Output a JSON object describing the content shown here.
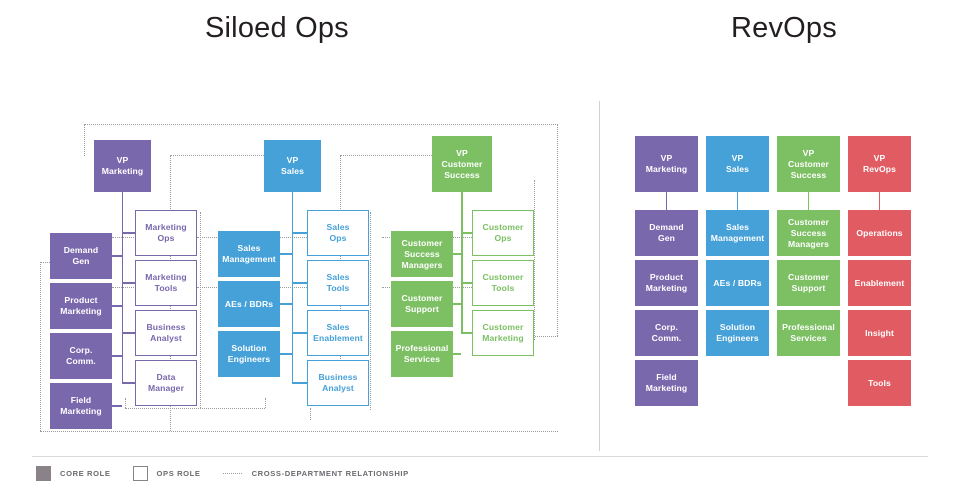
{
  "titles": {
    "left": "Siloed Ops",
    "right": "RevOps"
  },
  "colors": {
    "marketing": "#7a68ad",
    "sales": "#45a1d8",
    "customer_success": "#7cc063",
    "revops": "#e15b62",
    "legend_swatch": "#8a8289",
    "dotted_line": "#9b9b9b",
    "divider": "#d2d2d4"
  },
  "siloed": {
    "departments": [
      {
        "key": "marketing",
        "vp": "VP\nMarketing",
        "vp_lines": [
          "VP",
          "Marketing"
        ],
        "core_roles": [
          {
            "lines": [
              "Demand",
              "Gen"
            ]
          },
          {
            "lines": [
              "Product",
              "Marketing"
            ]
          },
          {
            "lines": [
              "Corp.",
              "Comm."
            ]
          },
          {
            "lines": [
              "Field",
              "Marketing"
            ]
          }
        ],
        "ops_roles": [
          {
            "lines": [
              "Marketing",
              "Ops"
            ]
          },
          {
            "lines": [
              "Marketing",
              "Tools"
            ]
          },
          {
            "lines": [
              "Business",
              "Analyst"
            ]
          },
          {
            "lines": [
              "Data",
              "Manager"
            ]
          }
        ]
      },
      {
        "key": "sales",
        "vp_lines": [
          "VP",
          "Sales"
        ],
        "core_roles": [
          {
            "lines": [
              "Sales",
              "Management"
            ]
          },
          {
            "lines": [
              "AEs / BDRs"
            ]
          },
          {
            "lines": [
              "Solution",
              "Engineers"
            ]
          }
        ],
        "ops_roles": [
          {
            "lines": [
              "Sales",
              "Ops"
            ]
          },
          {
            "lines": [
              "Sales",
              "Tools"
            ]
          },
          {
            "lines": [
              "Sales",
              "Enablement"
            ]
          },
          {
            "lines": [
              "Business",
              "Analyst"
            ]
          }
        ]
      },
      {
        "key": "customer_success",
        "vp_lines": [
          "VP",
          "Customer",
          "Success"
        ],
        "core_roles": [
          {
            "lines": [
              "Customer",
              "Success",
              "Managers"
            ]
          },
          {
            "lines": [
              "Customer",
              "Support"
            ]
          },
          {
            "lines": [
              "Professional",
              "Services"
            ]
          }
        ],
        "ops_roles": [
          {
            "lines": [
              "Customer",
              "Ops"
            ]
          },
          {
            "lines": [
              "Customer",
              "Tools"
            ]
          },
          {
            "lines": [
              "Customer",
              "Marketing"
            ]
          }
        ]
      }
    ]
  },
  "revops": {
    "columns": [
      {
        "key": "marketing",
        "vp_lines": [
          "VP",
          "Marketing"
        ],
        "roles": [
          {
            "lines": [
              "Demand",
              "Gen"
            ]
          },
          {
            "lines": [
              "Product",
              "Marketing"
            ]
          },
          {
            "lines": [
              "Corp.",
              "Comm."
            ]
          },
          {
            "lines": [
              "Field",
              "Marketing"
            ]
          }
        ]
      },
      {
        "key": "sales",
        "vp_lines": [
          "VP",
          "Sales"
        ],
        "roles": [
          {
            "lines": [
              "Sales",
              "Management"
            ]
          },
          {
            "lines": [
              "AEs / BDRs"
            ]
          },
          {
            "lines": [
              "Solution",
              "Engineers"
            ]
          }
        ]
      },
      {
        "key": "customer_success",
        "vp_lines": [
          "VP",
          "Customer",
          "Success"
        ],
        "roles": [
          {
            "lines": [
              "Customer",
              "Success",
              "Managers"
            ]
          },
          {
            "lines": [
              "Customer",
              "Support"
            ]
          },
          {
            "lines": [
              "Professional",
              "Services"
            ]
          }
        ]
      },
      {
        "key": "revops",
        "vp_lines": [
          "VP",
          "RevOps"
        ],
        "roles": [
          {
            "lines": [
              "Operations"
            ]
          },
          {
            "lines": [
              "Enablement"
            ]
          },
          {
            "lines": [
              "Insight"
            ]
          },
          {
            "lines": [
              "Tools"
            ]
          }
        ]
      }
    ]
  },
  "legend": {
    "core_role": "CORE ROLE",
    "ops_role": "OPS ROLE",
    "cross_department": "CROSS-DEPARTMENT RELATIONSHIP"
  }
}
